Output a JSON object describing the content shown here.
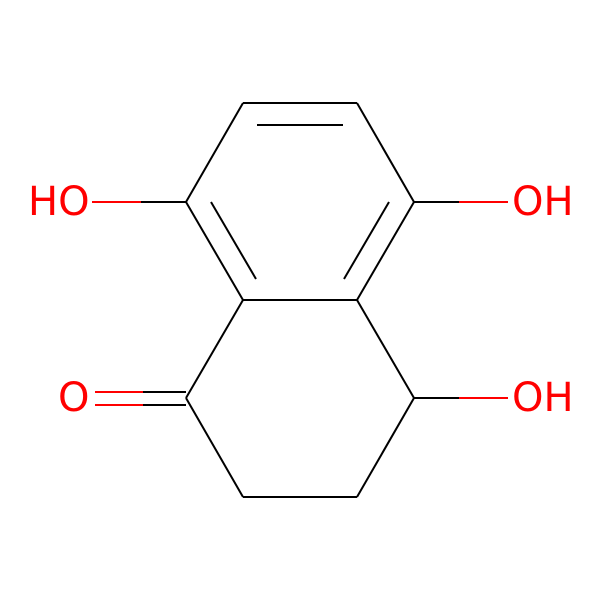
{
  "molecule": {
    "colors": {
      "bond": "#000000",
      "heteroatom": "#FF0000"
    },
    "labels": {
      "oh_left": "HO",
      "oh_right_top": "OH",
      "oh_right_bottom": "OH",
      "carbonyl_o": "O"
    }
  }
}
